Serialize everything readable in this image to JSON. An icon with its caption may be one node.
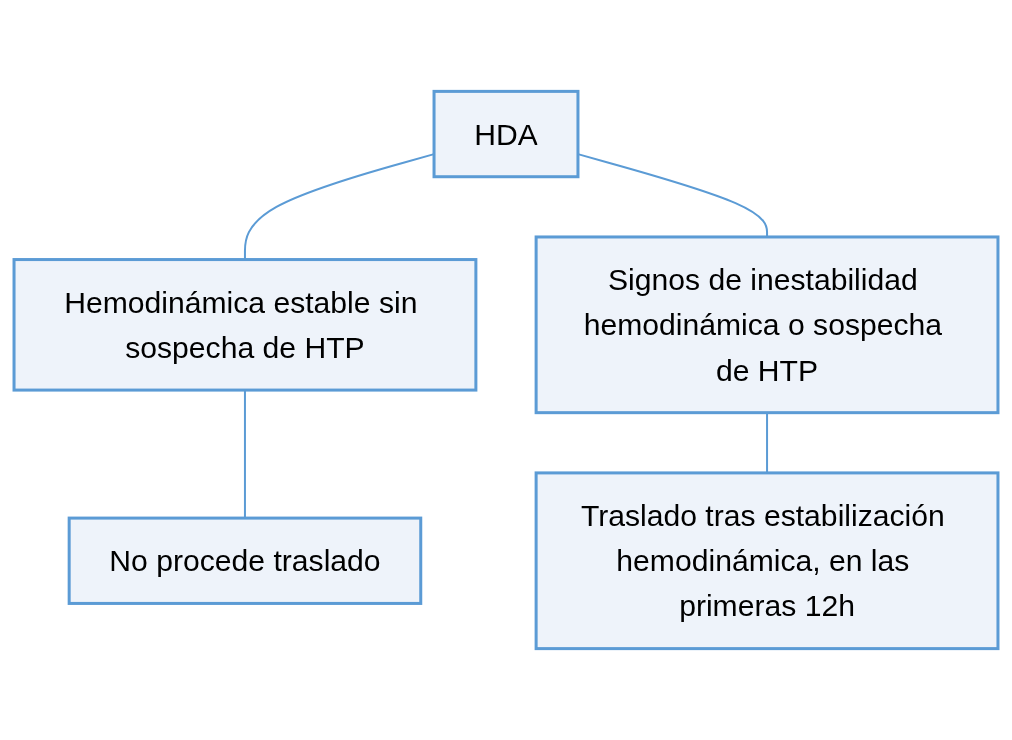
{
  "diagram": {
    "nodes": [
      {
        "text": [
          "HDA"
        ]
      },
      {
        "text": [
          "Hemodinámica estable sin sospecha de HTP"
        ]
      },
      {
        "text": [
          "Signos de inestabilidad hemodinámica o sospecha de HTP"
        ]
      },
      {
        "text": [
          "No procede traslado"
        ]
      },
      {
        "text": [
          "Traslado tras estabilización hemodinámica, en las primeras 12h"
        ]
      }
    ],
    "edges": [
      {
        "from": 0,
        "to": 1,
        "arrow": "none"
      },
      {
        "from": 0,
        "to": 2,
        "arrow": "none"
      },
      {
        "from": 1,
        "to": 3,
        "arrow": "none"
      },
      {
        "from": 2,
        "to": 4,
        "arrow": "none"
      }
    ]
  }
}
